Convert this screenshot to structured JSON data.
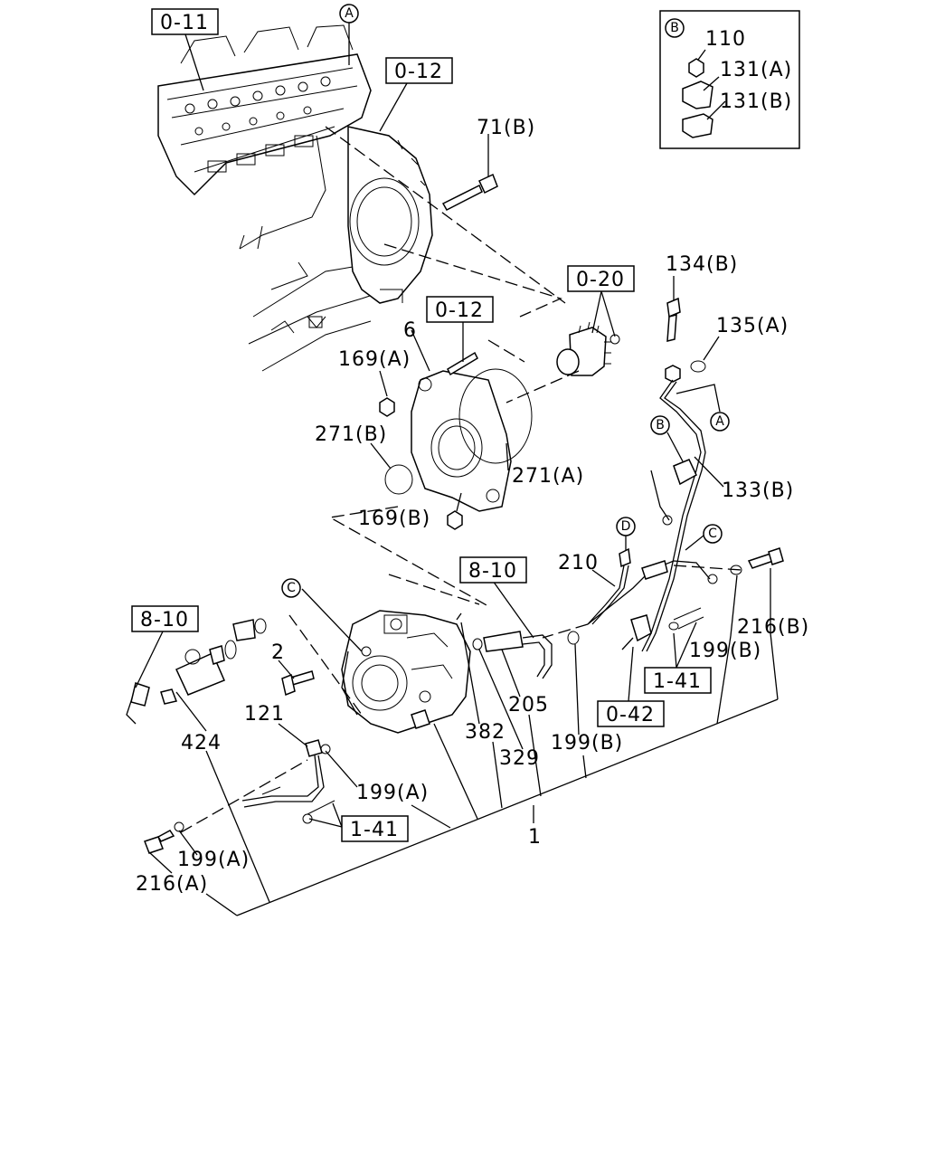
{
  "ref_boxes": {
    "r0_11": "0-11",
    "r0_12_top": "0-12",
    "r0_12_mid": "0-12",
    "r0_20": "0-20",
    "r8_10_mid": "8-10",
    "r8_10_left": "8-10",
    "r1_41_right": "1-41",
    "r0_42": "0-42",
    "r1_41_left": "1-41"
  },
  "callout_letters": {
    "a_top": "A",
    "b_inset": "B",
    "a_pipe": "A",
    "b_clamp": "B",
    "d_pipe": "D",
    "c_pipe": "C",
    "c_pump": "C"
  },
  "part_labels": {
    "p110": "110",
    "p131a": "131(A)",
    "p131b": "131(B)",
    "p71b": "71(B)",
    "p134b": "134(B)",
    "p135a": "135(A)",
    "p6": "6",
    "p169a": "169(A)",
    "p271b": "271(B)",
    "p271a": "271(A)",
    "p133b": "133(B)",
    "p169b": "169(B)",
    "p210": "210",
    "p216b": "216(B)",
    "p199b_right": "199(B)",
    "p2": "2",
    "p121": "121",
    "p424": "424",
    "p382": "382",
    "p205": "205",
    "p329": "329",
    "p199b_mid": "199(B)",
    "p199a_mid": "199(A)",
    "p1": "1",
    "p199a_low": "199(A)",
    "p216a": "216(A)"
  }
}
